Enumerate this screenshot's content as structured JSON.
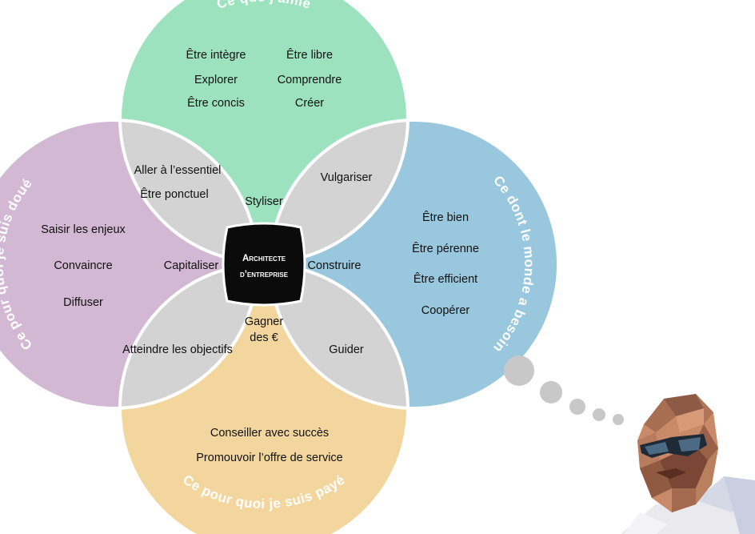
{
  "diagram": {
    "circles": {
      "top": {
        "title": "Ce que j'aime",
        "color": "#9ce2be"
      },
      "right": {
        "title": "Ce dont le monde a besoin",
        "color": "#98c7de"
      },
      "bottom": {
        "title": "Ce pour quoi je suis payé",
        "color": "#f2d69e"
      },
      "left": {
        "title": "Ce pour quoi je suis doué",
        "color": "#d2b8d2"
      }
    },
    "overlap_color": "#d3d3d3",
    "top_items": [
      "Être intègre",
      "Être libre",
      "Explorer",
      "Comprendre",
      "Être concis",
      "Créer"
    ],
    "right_items": [
      "Être bien",
      "Être pérenne",
      "Être efficient",
      "Coopérer"
    ],
    "bottom_items": [
      "Conseiller avec succès",
      "Promouvoir l’offre de service"
    ],
    "left_items": [
      "Saisir les enjeux",
      "Convaincre",
      "Diffuser"
    ],
    "top_left_items": [
      "Aller à l’essentiel",
      "Être ponctuel"
    ],
    "top_right_items": [
      "Vulgariser"
    ],
    "bottom_left_items": [
      "Atteindre les objectifs"
    ],
    "bottom_right_items": [
      "Guider"
    ],
    "inner_top": "Styliser",
    "inner_left": "Capitaliser",
    "inner_right": "Construire",
    "inner_bottom_line1": "Gagner",
    "inner_bottom_line2": "des €",
    "center_line1": "Architecte",
    "center_line2": "d’entreprise"
  }
}
